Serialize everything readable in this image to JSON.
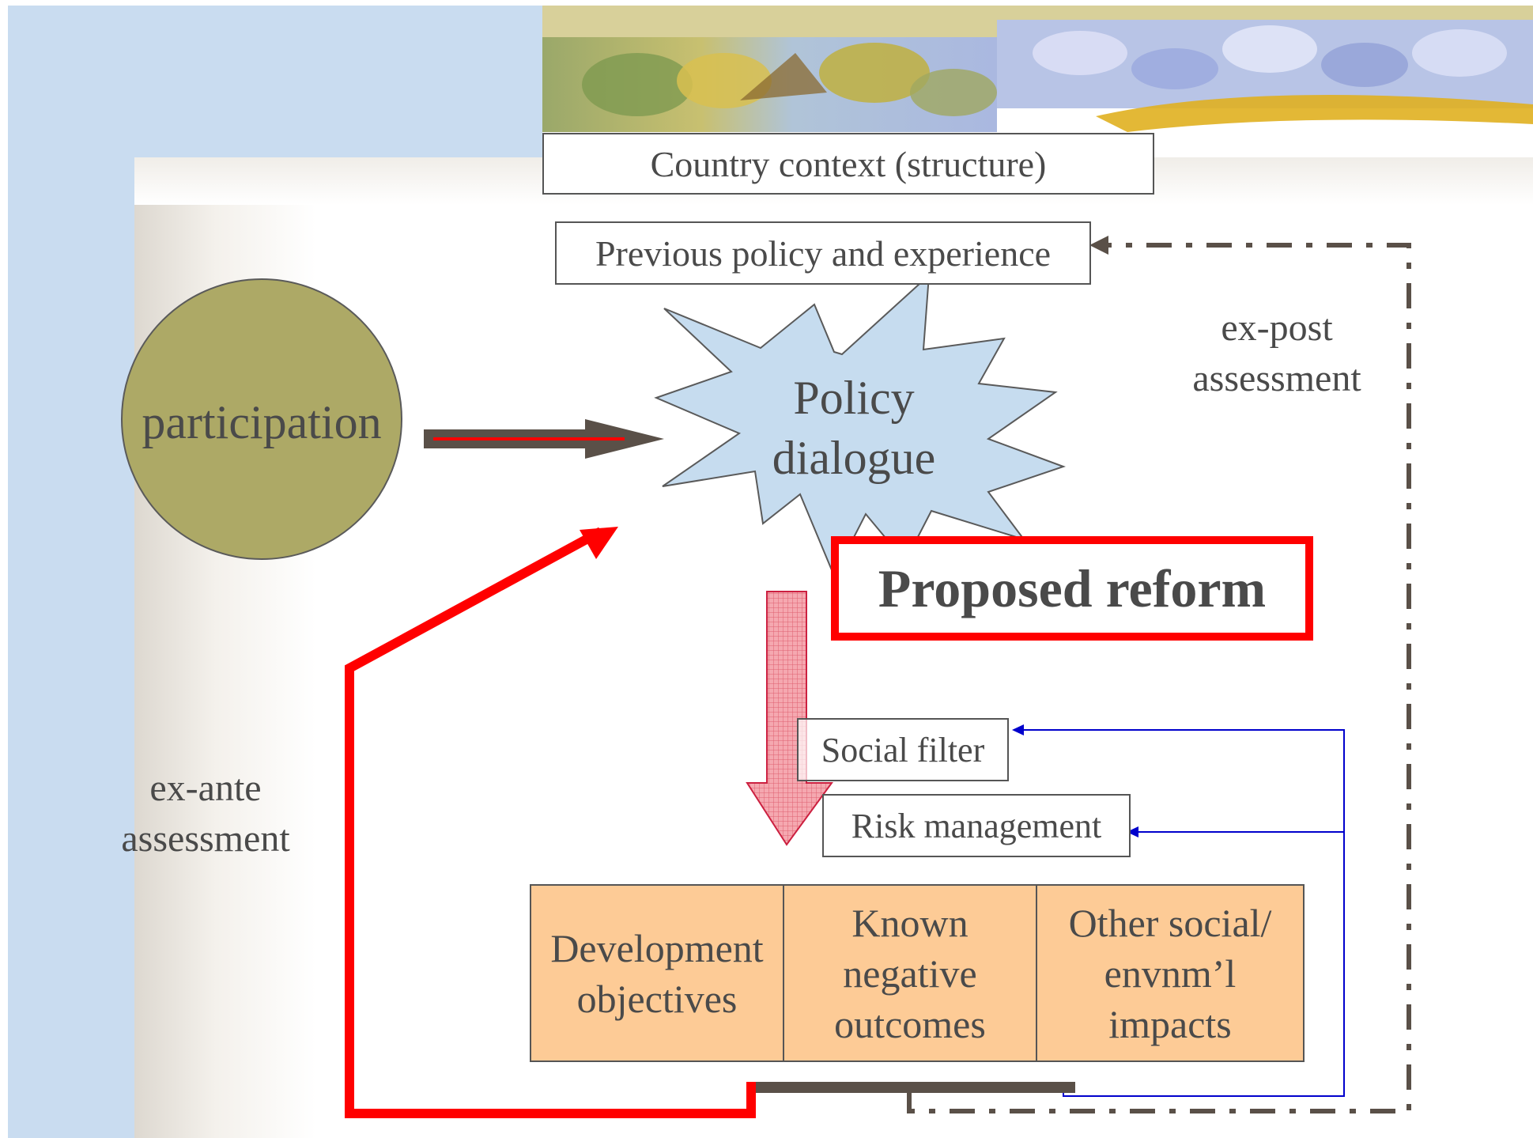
{
  "labels": {
    "country_context": "Country context (structure)",
    "previous_policy": "Previous policy and experience",
    "participation": "participation",
    "policy_line1": "Policy",
    "policy_line2": "dialogue",
    "proposed_reform": "Proposed reform",
    "social_filter": "Social filter",
    "risk_management": "Risk management",
    "ex_post_line1": "ex-post",
    "ex_post_line2": "assessment",
    "ex_ante_line1": "ex-ante",
    "ex_ante_line2": "assessment"
  },
  "outcomes": [
    {
      "line1": "Development",
      "line2": "objectives"
    },
    {
      "line1": "Known",
      "line2": "negative",
      "line3": "outcomes"
    },
    {
      "line1": "Other social/",
      "line2": "envnm’l",
      "line3": "impacts"
    }
  ],
  "colors": {
    "frame_blue": "#c9dcf0",
    "participation_fill": "#ada966",
    "starburst_fill": "#c6dcef",
    "reform_border": "#ff0000",
    "outcome_fill": "#fdcb96",
    "dark_arrow": "#5a5048",
    "feedback_blue": "#0000cc"
  }
}
